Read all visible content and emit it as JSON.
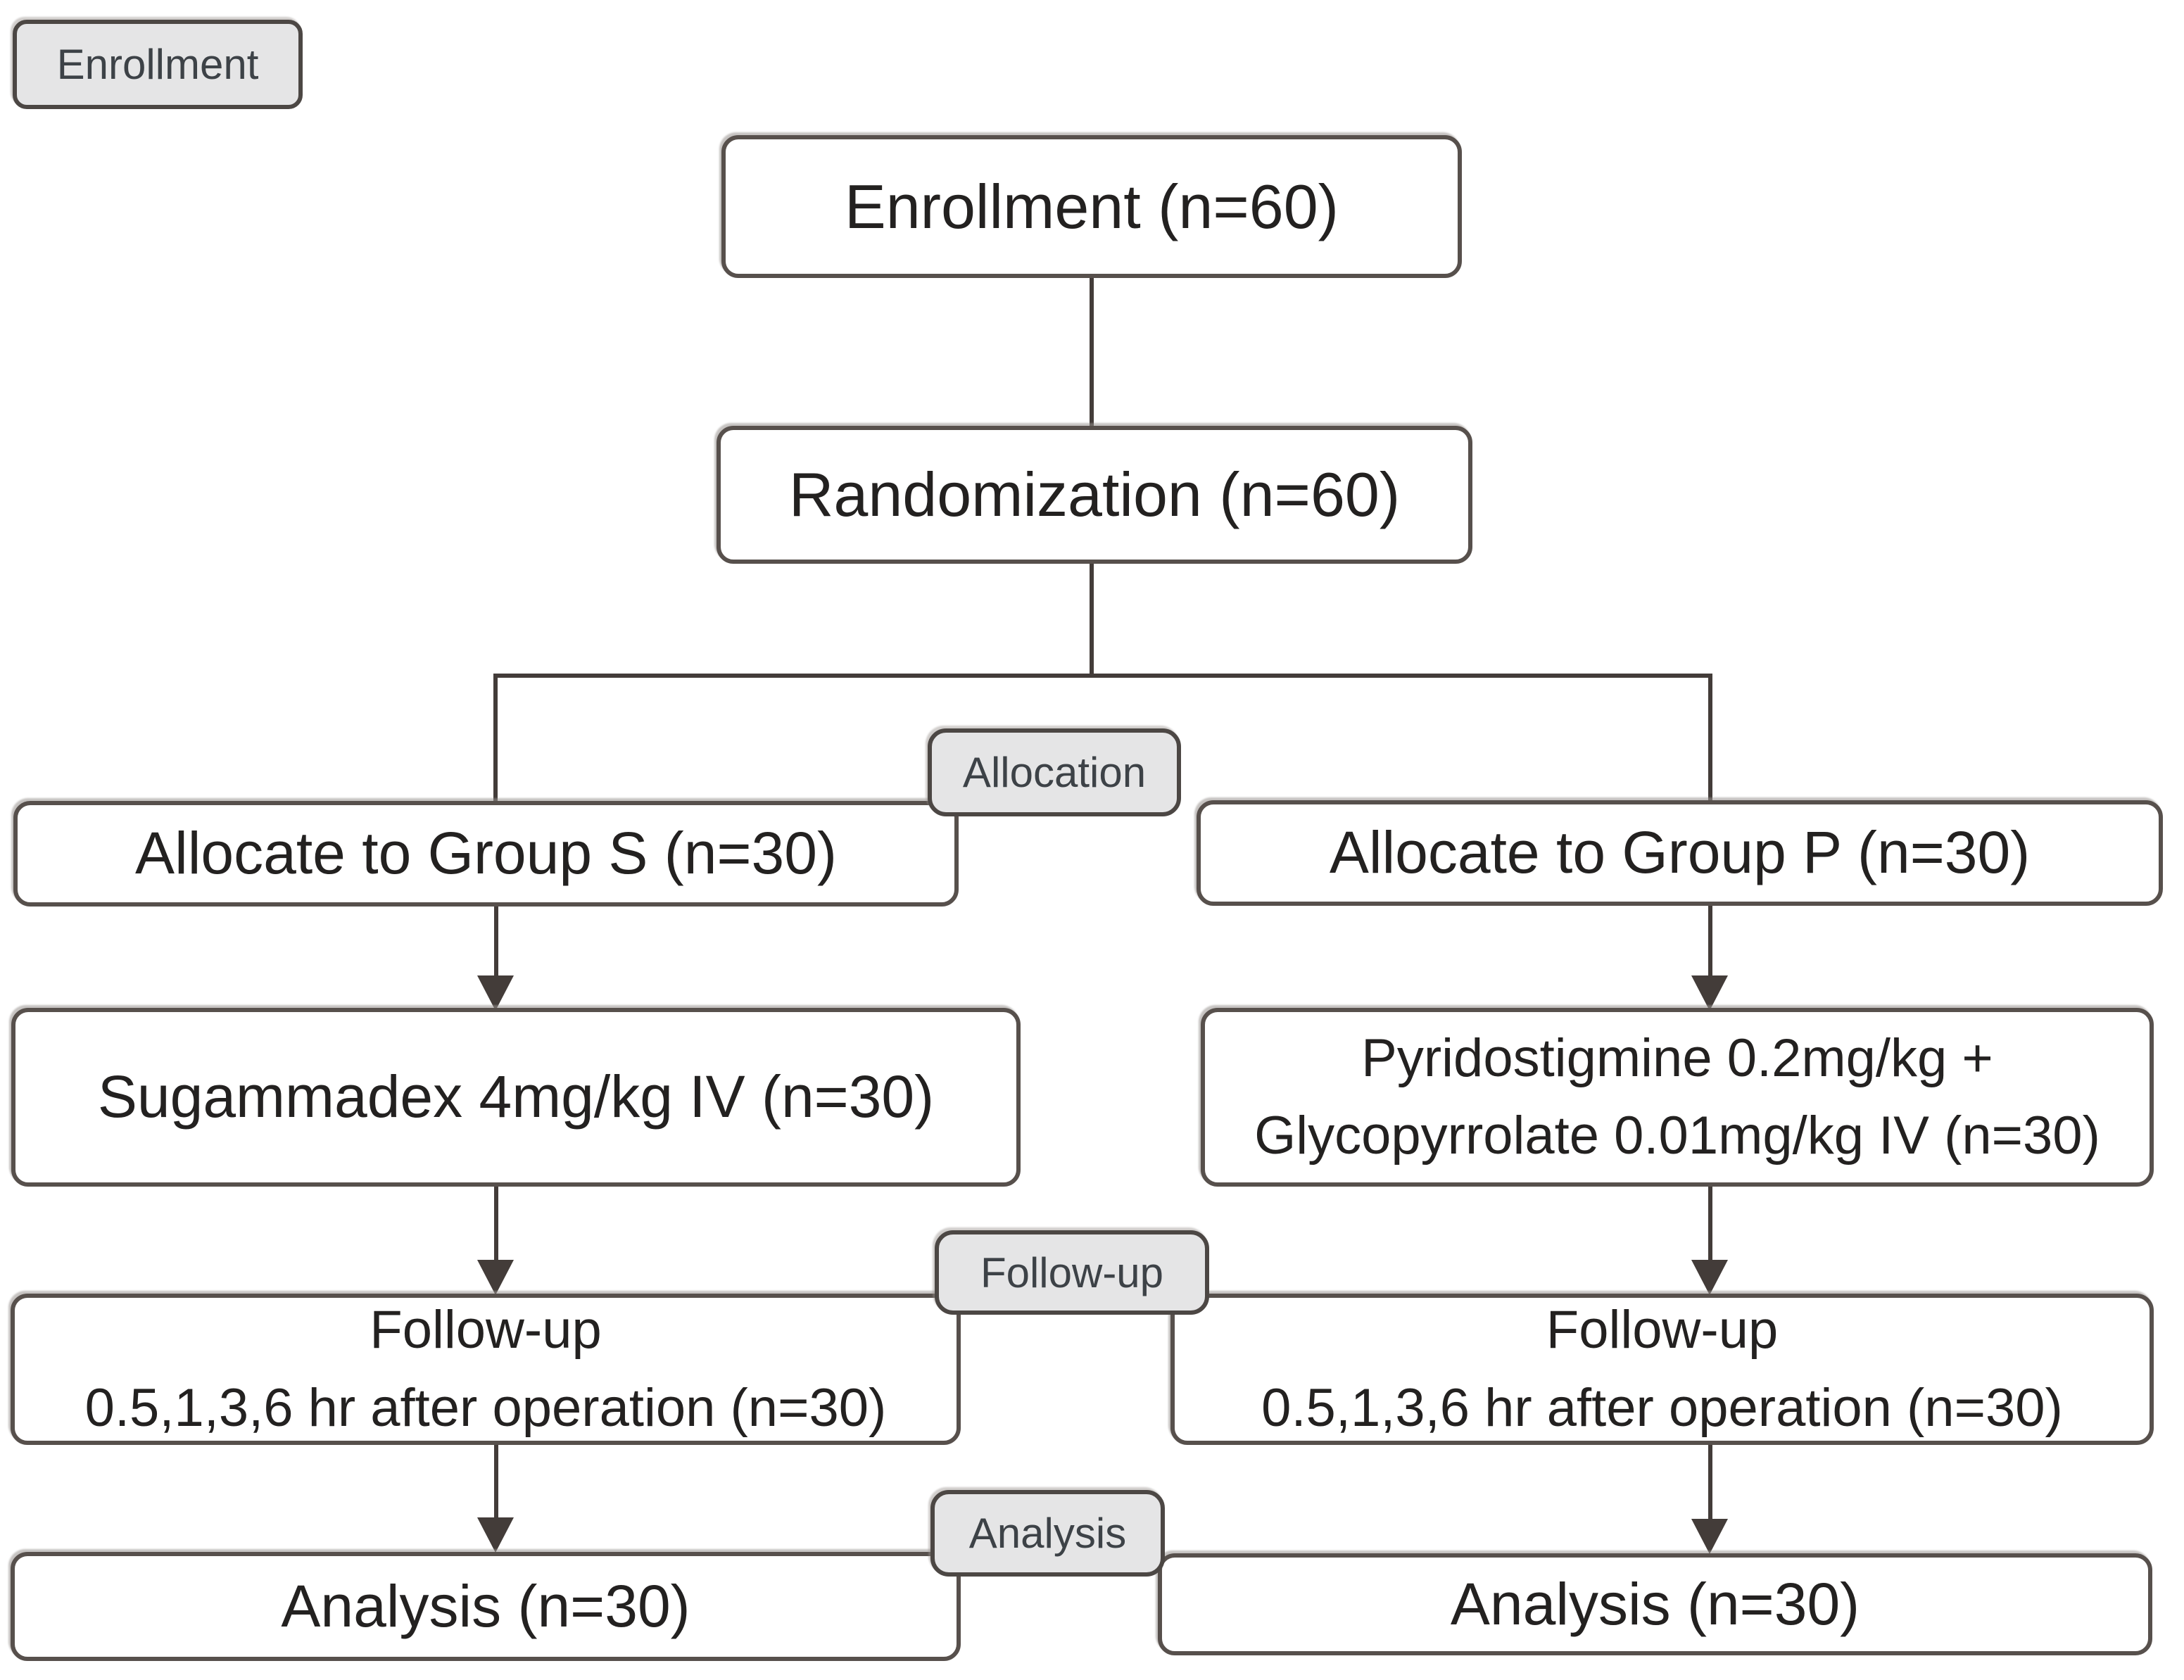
{
  "diagram": {
    "stage_tag": "Enrollment",
    "enrollment_box": "Enrollment (n=60)",
    "randomization_box": "Randomization (n=60)",
    "allocation_stage_label": "Allocation",
    "followup_stage_label": "Follow-up",
    "analysis_stage_label": "Analysis",
    "group_s": {
      "allocate": "Allocate to Group S (n=30)",
      "intervention": "Sugammadex 4mg/kg IV (n=30)",
      "followup_line1": "Follow-up",
      "followup_line2": "0.5,1,3,6 hr after operation (n=30)",
      "analysis": "Analysis (n=30)"
    },
    "group_p": {
      "allocate": "Allocate to Group P (n=30)",
      "intervention_line1": "Pyridostigmine 0.2mg/kg +",
      "intervention_line2": "Glycopyrrolate 0.01mg/kg IV (n=30)",
      "followup_line1": "Follow-up",
      "followup_line2": "0.5,1,3,6 hr after operation (n=30)",
      "analysis": "Analysis (n=30)"
    },
    "counts": {
      "enrolled": 60,
      "randomized": 60,
      "group_s_n": 30,
      "group_p_n": 30
    }
  },
  "colors": {
    "background": "#ffffff",
    "box_fill": "#ffffff",
    "box_border": "#57504c",
    "box_text": "#232120",
    "stage_label_fill": "#e5e5e6",
    "stage_label_border": "#4c4744",
    "stage_label_text": "#3d4247",
    "connector": "#433c39"
  }
}
